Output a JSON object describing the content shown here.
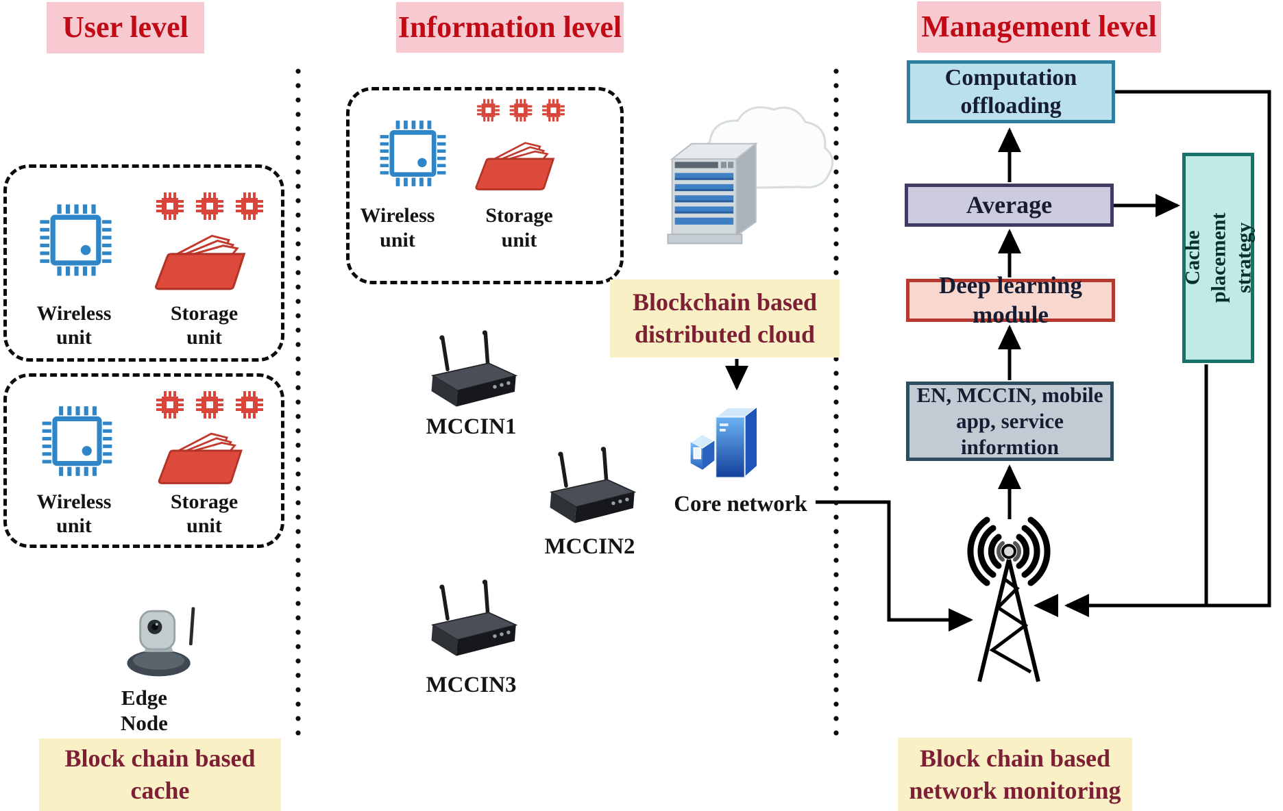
{
  "headers": {
    "user": "User level",
    "information": "Information level",
    "management": "Management level"
  },
  "user_level": {
    "groups": [
      {
        "wireless": "Wireless\nunit",
        "storage": "Storage\nunit"
      },
      {
        "wireless": "Wireless\nunit",
        "storage": "Storage\nunit"
      }
    ],
    "edge_node": "Edge\nNode",
    "cache_banner": "Block chain based\ncache"
  },
  "information_level": {
    "group": {
      "wireless": "Wireless\nunit",
      "storage": "Storage\nunit"
    },
    "cloud_banner": "Blockchain based\ndistributed cloud",
    "nodes": [
      "MCCIN1",
      "MCCIN2",
      "MCCIN3"
    ],
    "core_network": "Core network"
  },
  "management_level": {
    "computation_offloading": "Computation\noffloading",
    "average": "Average",
    "deep_learning": "Deep learning module",
    "info_sources": "EN, MCCIN, mobile\napp, service\ninformtion",
    "cache_placement": "Cache placement\nstrategy",
    "monitoring_banner": "Block chain based\nnetwork monitoring"
  },
  "icons": {
    "wireless_unit": "processor-chip-icon",
    "storage_unit": "folder-stack-icon",
    "storage_chips": "memory-chip-icon",
    "edge_node": "ip-camera-icon",
    "mccin_node": "wireless-router-icon",
    "distributed_cloud": "cloud-server-icon",
    "core_network": "server-tower-icon",
    "base_station": "radio-tower-icon"
  },
  "colors": {
    "header_bg": "#f6cad0",
    "header_text": "#c00b16",
    "banner_bg": "#faf0c6",
    "banner_text": "#7d2035",
    "computation_fill": "#b9e0ec",
    "computation_border": "#2e7f9f",
    "average_fill": "#cdccdf",
    "average_border": "#3f3c63",
    "deep_learning_fill": "#f8d7cf",
    "deep_learning_border": "#b5392f",
    "info_sources_fill": "#c2cbd3",
    "info_sources_border": "#2f4d60",
    "cache_placement_fill": "#bfeae6",
    "cache_placement_border": "#17726a",
    "chip_blue": "#2e86c8",
    "chip_red": "#d9453a",
    "connector": "#000000"
  }
}
